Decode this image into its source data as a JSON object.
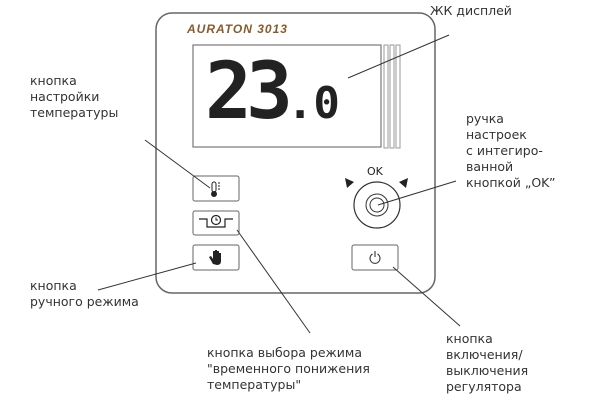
{
  "device": {
    "brand": "AURATON 3013",
    "display_main": "23",
    "display_decimal": ".0",
    "ok_label": "OK",
    "brand_color": "#8a5a2a"
  },
  "labels": {
    "lcd": "ЖК дисплей",
    "temp_button": "кнопка\nнастройки\nтемпературы",
    "knob": "ручка\nнастроек\nс интегиро-\nванной\nкнопкой „OK”",
    "manual_button": "кнопка\nручного режима",
    "mode_button": "кнопка выбора режима\n\"временного понижения\nтемпературы\"",
    "power_button": "кнопка\nвключения/\nвыключения\nрегулятора"
  },
  "icons": [
    "thermometer-icon",
    "clock-setback-icon",
    "hand-icon",
    "power-icon",
    "arrow-left-icon",
    "arrow-right-icon"
  ]
}
